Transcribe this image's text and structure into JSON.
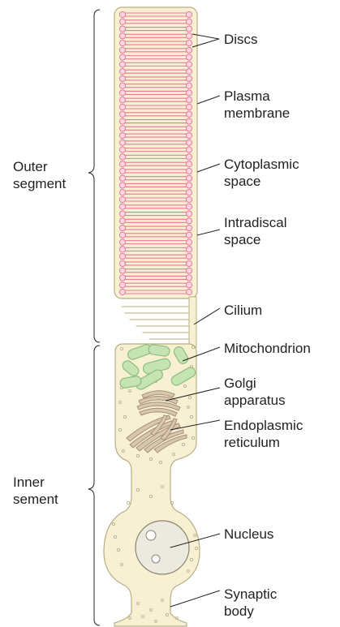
{
  "region_labels": {
    "outer": "Outer\nsegment",
    "inner": "Inner\nsement"
  },
  "labels": {
    "discs": "Discs",
    "plasma_membrane": "Plasma\nmembrane",
    "cytoplasmic_space": "Cytoplasmic\nspace",
    "intradiscal_space": "Intradiscal\nspace",
    "cilium": "Cilium",
    "mitochondrion": "Mitochondrion",
    "golgi": "Golgi\napparatus",
    "er": "Endoplasmic\nreticulum",
    "nucleus": "Nucleus",
    "synaptic_body": "Synaptic\nbody"
  },
  "colors": {
    "cell_fill": "#f7f0d2",
    "cell_stroke": "#b8ae86",
    "disc_stroke": "#e8799a",
    "disc_end_fill": "#fbd6e0",
    "mitochondria_fill": "#c6e3b4",
    "mitochondria_stroke": "#8cbf7c",
    "golgi_fill": "#d7c7b0",
    "golgi_stroke": "#a88f72",
    "nucleus_fill": "#ece9df",
    "leader_line": "#231f20"
  }
}
